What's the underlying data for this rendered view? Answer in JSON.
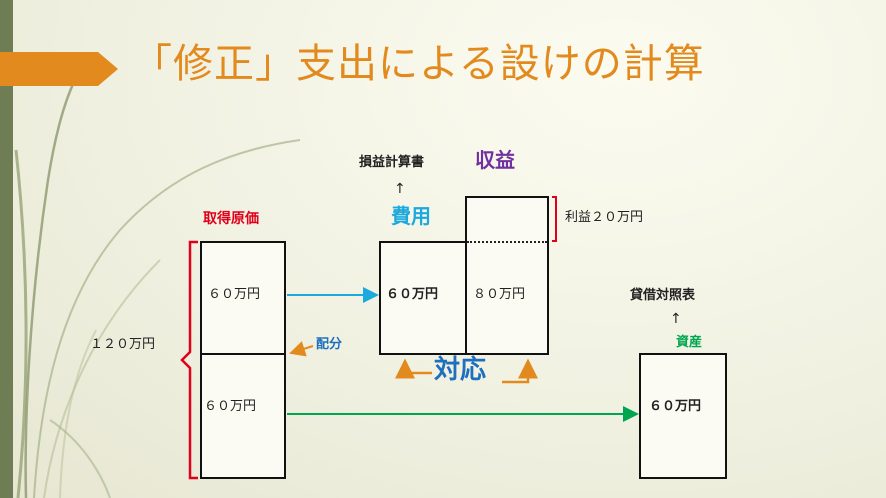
{
  "slide": {
    "title": "「修正」支出による設けの計算",
    "colors": {
      "title": "#e38a1e",
      "sidebar": "#6f7d55",
      "acquisition_label": "#e0001b",
      "expense_label": "#1ba9de",
      "revenue_label": "#7030a0",
      "allocation": "#e38a1e",
      "allocation_label": "#1f6fbf",
      "asset_label": "#00a550",
      "blue_arrow": "#1ba9de",
      "green_arrow": "#00a550",
      "correspondence_label": "#1f6fbf",
      "profit_bracket": "#e0001b"
    }
  },
  "diagram": {
    "acquisition_cost_label": "取得原価",
    "total_label": "１２０万円",
    "top_half_label": "６０万円",
    "bottom_half_label": "６０万円",
    "allocation_label": "配分",
    "income_statement_label": "損益計算書",
    "income_statement_arrow": "↑",
    "expense_label": "費用",
    "revenue_label": "収益",
    "expense_value": "６０万円",
    "revenue_value": "８０万円",
    "profit_label": "利益２０万円",
    "correspondence_label": "対応",
    "balance_sheet_label": "貸借対照表",
    "balance_sheet_arrow": "↑",
    "asset_label": "資産",
    "asset_value": "６０万円"
  }
}
